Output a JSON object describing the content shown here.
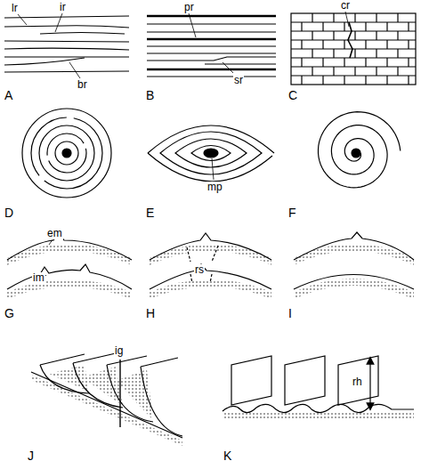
{
  "diagram": {
    "labels": [
      "lr",
      "ir",
      "br",
      "A",
      "pr",
      "sr",
      "B",
      "cr",
      "C",
      "D",
      "mp",
      "E",
      "F",
      "em",
      "im",
      "G",
      "rs",
      "H",
      "I",
      "ig",
      "J",
      "rh",
      "K"
    ]
  }
}
